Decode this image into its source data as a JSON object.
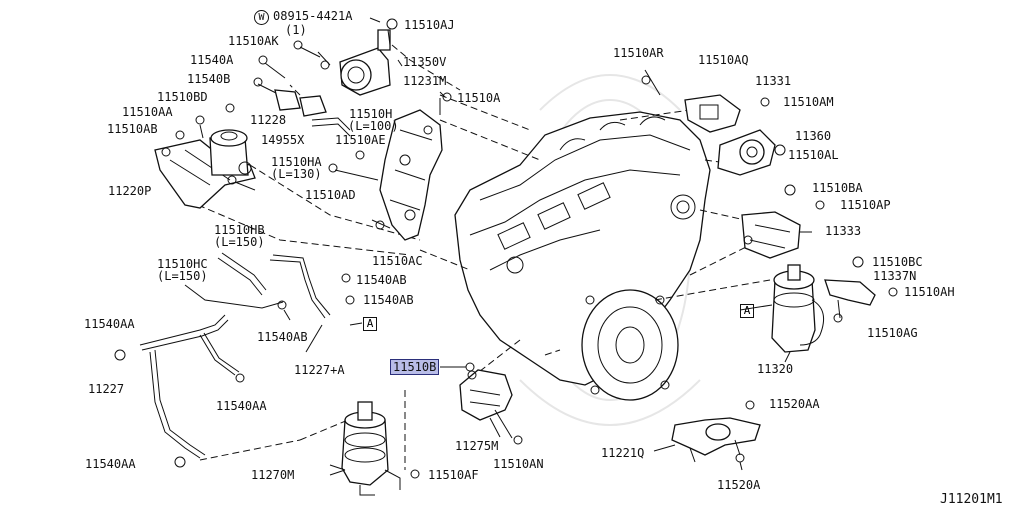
{
  "diagram": {
    "code": "J11201M1",
    "labels": {
      "l1": "08915-4421A",
      "l1b": "(1)",
      "l2": "11510AJ",
      "l3": "11510AK",
      "l4": "11540A",
      "l5": "11350V",
      "l6": "11540B",
      "l7": "11231M",
      "l8": "11510A",
      "l9": "11510BD",
      "l10": "11228",
      "l11": "11510AA",
      "l12": "11510H",
      "l12b": "(L=100)",
      "l13": "11510AB",
      "l14": "14955X",
      "l15": "11510AE",
      "l16": "11510HA",
      "l16b": "(L=130)",
      "l17": "11220P",
      "l18": "11510AD",
      "l19": "11510HB",
      "l19b": "(L=150)",
      "l20": "11510HC",
      "l20b": "(L=150)",
      "l21": "11510AC",
      "l22": "11540AB",
      "l23": "11540AB",
      "l24": "11540AA",
      "l25": "11540AB",
      "l26": "11227+A",
      "l27": "11227",
      "l28": "11540AA",
      "l29": "11540AA",
      "l30": "11510B",
      "l31": "11275M",
      "l32": "11510AN",
      "l33": "11270M",
      "l34": "11510AF",
      "l35": "11510AR",
      "l36": "11510AQ",
      "l37": "11331",
      "l38": "11510AM",
      "l39": "11360",
      "l40": "11510AL",
      "l41": "11510BA",
      "l42": "11510AP",
      "l43": "11333",
      "l44": "11510BC",
      "l45": "11337N",
      "l46": "11510AH",
      "l47": "11510AG",
      "l48": "11320",
      "l49": "11520AA",
      "l50": "11221Q",
      "l51": "11520A",
      "boxA": "A",
      "boxA2": "A",
      "washer": "W"
    }
  }
}
